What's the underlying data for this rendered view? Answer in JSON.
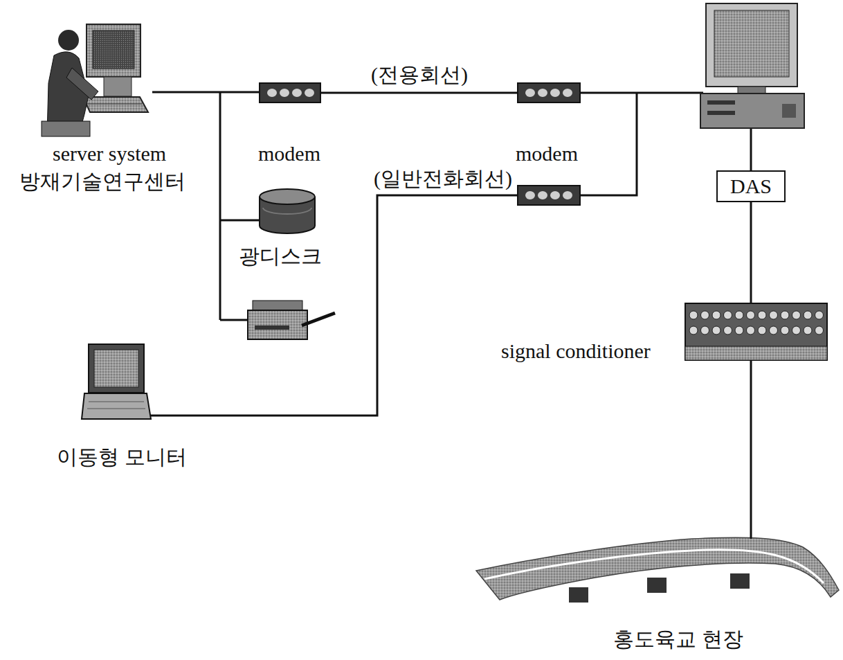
{
  "diagram": {
    "nodes": [
      {
        "text": [
          "server system",
          "방재기술연구센터"
        ]
      },
      {
        "text": [
          "modem"
        ]
      },
      {
        "text": [
          "modem"
        ]
      },
      {
        "text": [
          "광디스크"
        ]
      },
      {
        "text": [
          "DAS"
        ]
      },
      {
        "text": [
          "signal conditioner"
        ]
      },
      {
        "text": [
          "이동형 모니터"
        ]
      },
      {
        "text": [
          "홍도육교 현장"
        ]
      }
    ],
    "edges": [
      {
        "from": 0,
        "to": 1,
        "arrow": "none"
      },
      {
        "from": 1,
        "to": 2,
        "label": "(전용회선)",
        "arrow": "none"
      },
      {
        "from": 4,
        "to": 5,
        "arrow": "none"
      },
      {
        "from": 5,
        "to": 7,
        "arrow": "none"
      }
    ],
    "labels": [
      "(일반전화회선)"
    ]
  }
}
